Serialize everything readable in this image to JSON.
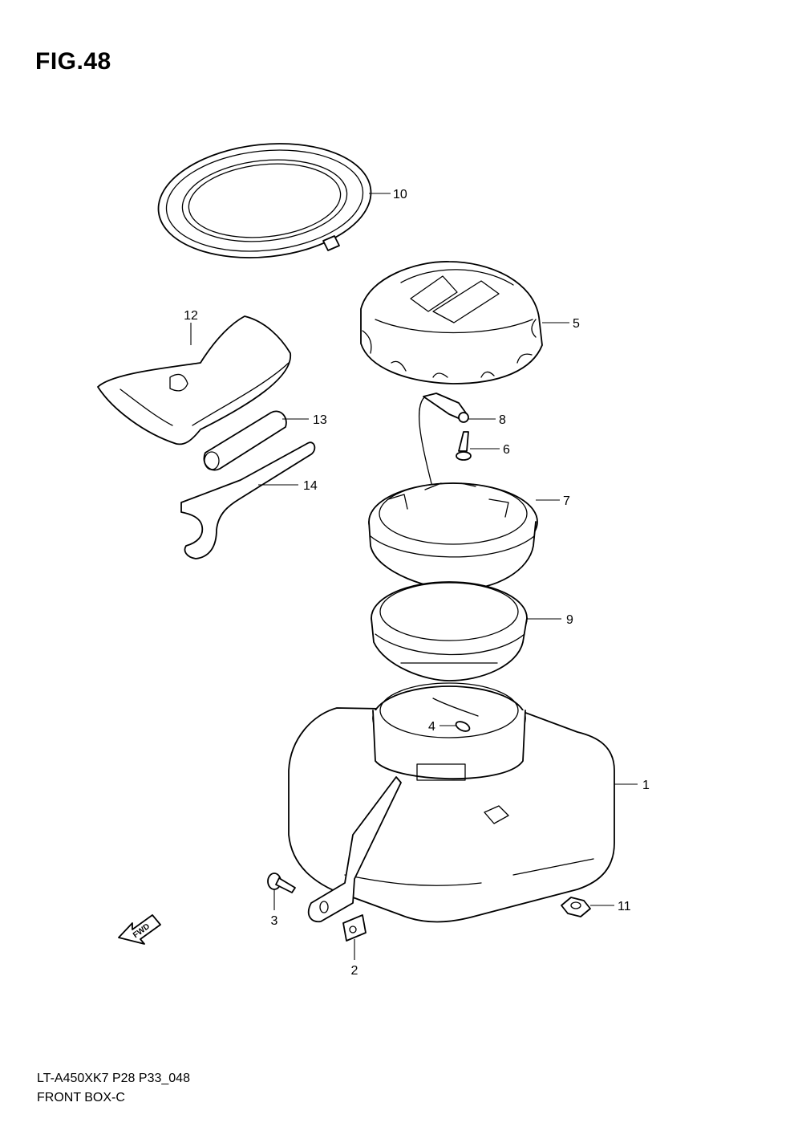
{
  "figure": {
    "title": "FIG.48"
  },
  "footer": {
    "model": "LT-A450XK7 P28 P33_048",
    "name": "FRONT BOX-C"
  },
  "fwd_label": "FWD",
  "callouts": [
    {
      "id": "c10",
      "label": "10"
    },
    {
      "id": "c5",
      "label": "5"
    },
    {
      "id": "c12",
      "label": "12"
    },
    {
      "id": "c8",
      "label": "8"
    },
    {
      "id": "c13",
      "label": "13"
    },
    {
      "id": "c6",
      "label": "6"
    },
    {
      "id": "c14",
      "label": "14"
    },
    {
      "id": "c7",
      "label": "7"
    },
    {
      "id": "c9",
      "label": "9"
    },
    {
      "id": "c4",
      "label": "4"
    },
    {
      "id": "c1",
      "label": "1"
    },
    {
      "id": "c11",
      "label": "11"
    },
    {
      "id": "c3",
      "label": "3"
    },
    {
      "id": "c2",
      "label": "2"
    }
  ]
}
